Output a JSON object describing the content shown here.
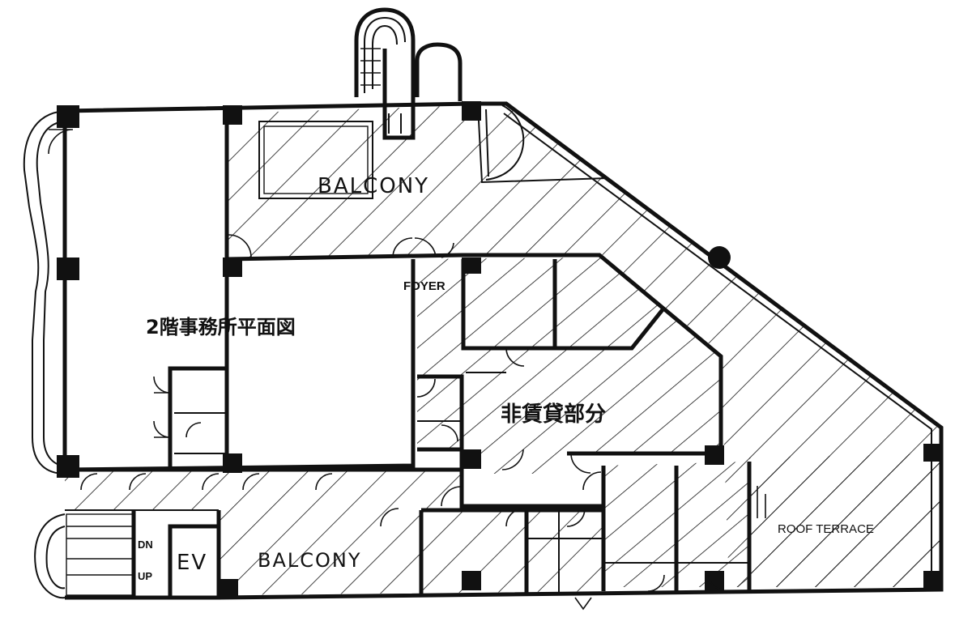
{
  "title": "2階事務所平面図",
  "rooms": {
    "balcony_top": "BALCONY",
    "balcony_bottom": "BALCONY",
    "foyer": "FOYER",
    "common_area": "非賃貸部分",
    "roof_terrace": "ROOF TERRACE",
    "elevator": "EV"
  },
  "stairs": {
    "down": "DN",
    "up": "UP"
  }
}
